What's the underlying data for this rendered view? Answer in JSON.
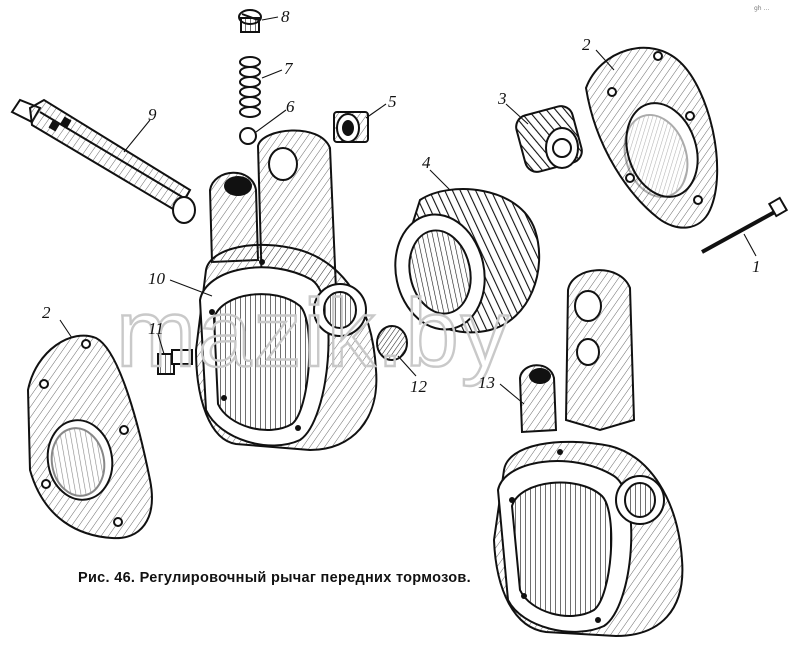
{
  "figure": {
    "caption": "Рис. 46. Регулировочный рычаг передних тормозов.",
    "watermark": "mazik.by",
    "corner_mark": "gh ...",
    "callouts": [
      {
        "id": "c1",
        "label": "1"
      },
      {
        "id": "c2a",
        "label": "2"
      },
      {
        "id": "c2b",
        "label": "2"
      },
      {
        "id": "c3",
        "label": "3"
      },
      {
        "id": "c4",
        "label": "4"
      },
      {
        "id": "c5",
        "label": "5"
      },
      {
        "id": "c6",
        "label": "6"
      },
      {
        "id": "c7",
        "label": "7"
      },
      {
        "id": "c8",
        "label": "8"
      },
      {
        "id": "c9",
        "label": "9"
      },
      {
        "id": "c10",
        "label": "10"
      },
      {
        "id": "c11",
        "label": "11"
      },
      {
        "id": "c12",
        "label": "12"
      },
      {
        "id": "c13",
        "label": "13"
      }
    ]
  }
}
